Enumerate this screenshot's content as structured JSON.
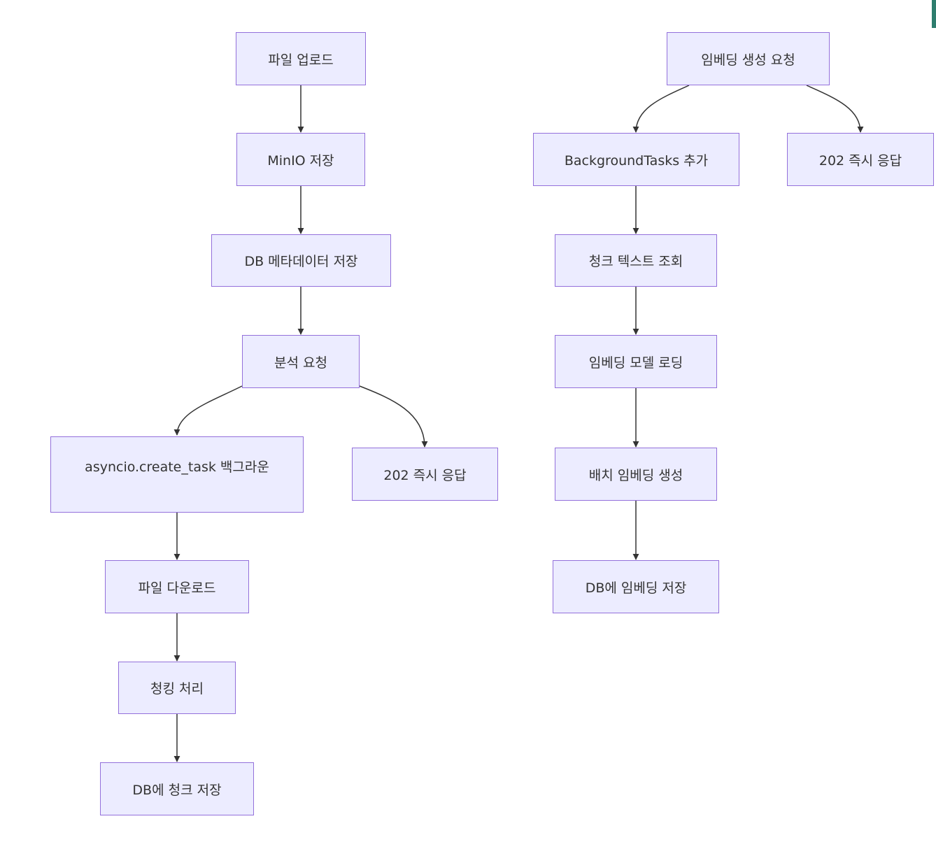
{
  "flow_left": {
    "upload": "파일 업로드",
    "minio": "MinIO 저장",
    "db_meta": "DB 메타데이터 저장",
    "analyze": "분석 요청",
    "create_task": "asyncio.create_task 백그라운",
    "respond": "202 즉시 응답",
    "download": "파일 다운로드",
    "chunking": "청킹 처리",
    "save_chunks": "DB에 청크 저장"
  },
  "flow_right": {
    "request": "임베딩 생성 요청",
    "bg_tasks": "BackgroundTasks 추가",
    "respond": "202 즉시 응답",
    "fetch_chunks": "청크 텍스트 조회",
    "load_model": "임베딩 모델 로딩",
    "batch_embed": "배치 임베딩 생성",
    "save_embeddings": "DB에 임베딩 저장"
  },
  "colors": {
    "node_fill": "#ececff",
    "node_border": "#9370db",
    "edge": "#333333",
    "corner_accent": "#2e7d6e"
  }
}
